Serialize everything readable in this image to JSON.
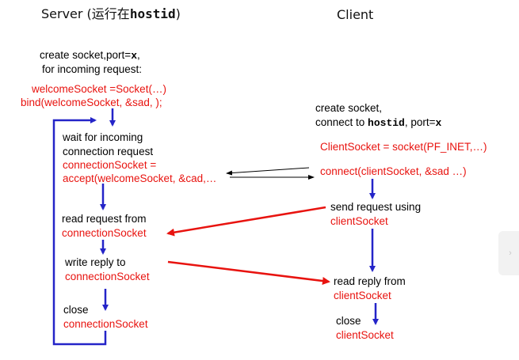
{
  "colors": {
    "red": "#e8130f",
    "blue": "#2424c8",
    "black": "#000000"
  },
  "server": {
    "title_prefix": "Server (运行在",
    "title_host": "hostid",
    "title_suffix": ")",
    "create_line1_prefix": "create socket,port=",
    "create_line1_var": "x",
    "create_line1_suffix": ",",
    "create_line2": "for incoming request:",
    "welcome_socket": "welcomeSocket =Socket(…)",
    "bind": "bind(welcomeSocket, &sad, );",
    "wait_line1": "wait for incoming",
    "wait_line2": "connection request",
    "accept_line1": "connectionSocket =",
    "accept_line2": "accept(welcomeSocket, &cad,…",
    "read_line1": "read request from",
    "read_line2": "connectionSocket",
    "write_line1": "write reply to",
    "write_line2": "connectionSocket",
    "close_line1": "close",
    "close_line2": "connectionSocket"
  },
  "client": {
    "title": "Client",
    "create_line1": "create socket,",
    "create_line2_prefix": "connect to ",
    "create_line2_host": "hostid",
    "create_line2_mid": ", port=",
    "create_line2_var": "x",
    "client_socket": "ClientSocket = socket(PF_INET,…)",
    "connect": "connect(clientSocket, &sad …)",
    "send_line1": "send request using",
    "send_line2": "clientSocket",
    "read_line1": "read reply from",
    "read_line2": "clientSocket",
    "close_line1": "close",
    "close_line2": "clientSocket"
  }
}
